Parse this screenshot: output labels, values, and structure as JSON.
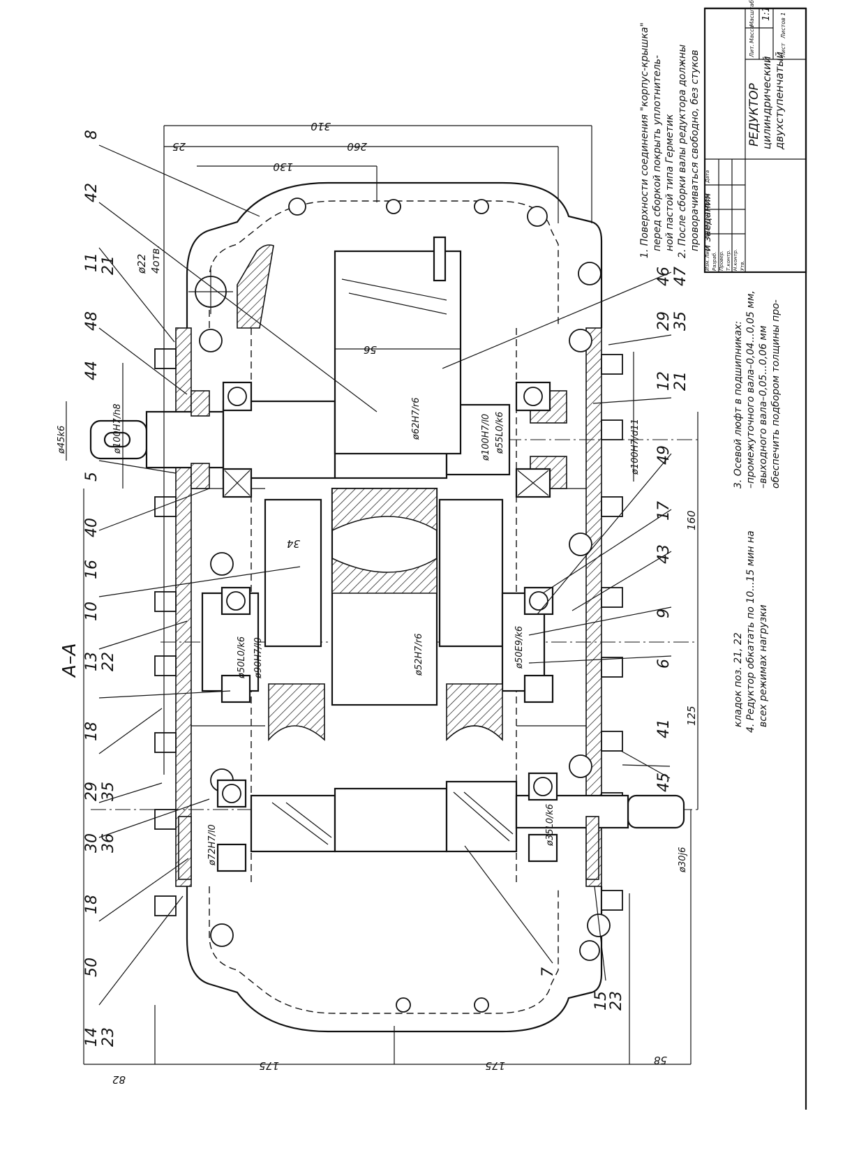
{
  "section_label": "А–А",
  "title_block": {
    "title": [
      "РЕДУКТОР",
      "цилиндрический",
      "двухступенчатый"
    ],
    "scale": "1:1",
    "columns": [
      "Лит.",
      "Масса",
      "Масштаб"
    ],
    "sheet_labels": [
      "Лист",
      "Листов 1"
    ],
    "rows": [
      "Изм.",
      "Лист",
      "№ докум.",
      "Подп.",
      "Дата",
      "Разраб.",
      "Провер.",
      "Т.контр.",
      "Н.контр.",
      "Утв."
    ]
  },
  "notes": [
    "1. Поверхности соединения \"корпус-крышка\"",
    "перед сборкой покрыть уплотнитель-",
    "ной пастой типа Герметик",
    "2. После сборки валы редуктора должны",
    "проворачиваться свободно, без стуков",
    "и заедания",
    "3. Осевой люфт в подшипниках:",
    "–промежуточного вала–0,04...0,05 мм,",
    "–выходного вала–0,05...0,06 мм",
    "обеспечить подбором толщины про-",
    "кладок поз. 21, 22",
    "4. Редуктор обкатать по 10...15 мин на",
    "всех режимах нагрузки"
  ],
  "dimensions": {
    "d310": "310",
    "d260": "260",
    "d130": "130",
    "d25": "25",
    "d56": "56",
    "d34": "34",
    "d160": "160",
    "d125": "125",
    "d175a": "175",
    "d175b": "175",
    "d82": "82",
    "d58": "58",
    "hole": "ø22",
    "hole_count": "4отв."
  },
  "fits": {
    "f1": "ø45k6",
    "f2": "ø100H7/h8",
    "f3": "ø62H7/r6",
    "f4": "ø100H7/l0",
    "f5": "ø55L0/k6",
    "f6": "ø100H7/d11",
    "f7": "ø50L0/k6",
    "f8": "ø90H7/l0",
    "f9": "ø52H7/r6",
    "f10": "ø50E9/k6",
    "f11": "ø72H7/l0",
    "f12": "ø35L0/k6",
    "f13": "ø30j6"
  },
  "part_numbers": {
    "p8": "8",
    "p42": "42",
    "p11": "11",
    "p21a": "21",
    "p48": "48",
    "p44": "44",
    "p5": "5",
    "p40": "40",
    "p16": "16",
    "p10": "10",
    "p13": "13",
    "p22": "22",
    "p18a": "18",
    "p29a": "29",
    "p35a": "35",
    "p30": "30",
    "p36": "36",
    "p18b": "18",
    "p50": "50",
    "p14": "14",
    "p23a": "23",
    "p7": "7",
    "p15": "15",
    "p23b": "23",
    "p45": "45",
    "p41": "41",
    "p6": "6",
    "p9": "9",
    "p43": "43",
    "p17": "17",
    "p49": "49",
    "p12": "12",
    "p21b": "21",
    "p29b": "29",
    "p35b": "35",
    "p46": "46",
    "p47": "47"
  }
}
